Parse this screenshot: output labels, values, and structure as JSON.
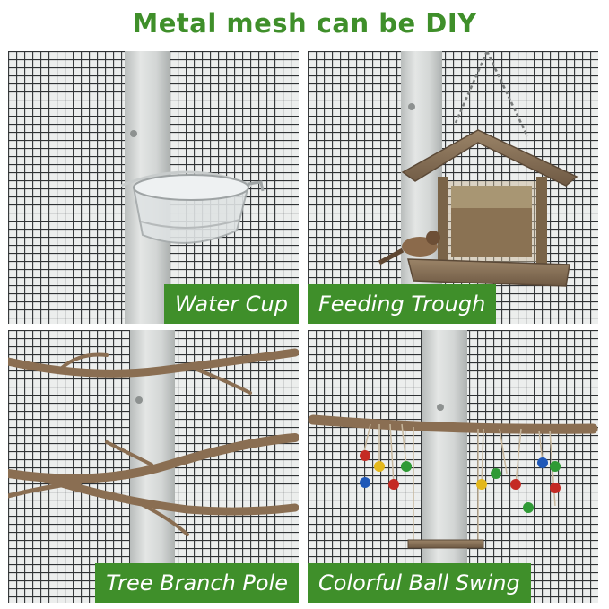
{
  "title": "Metal mesh can be DIY",
  "colors": {
    "title": "#3f8f2a",
    "caption_bg": "#3f8f2a",
    "mesh": "#2f3234",
    "post": "#cfd2d1"
  },
  "panels": [
    {
      "caption": "Water Cup",
      "icon": "water-cup-icon"
    },
    {
      "caption": "Feeding Trough",
      "icon": "bird-feeder-icon"
    },
    {
      "caption": "Tree Branch Pole",
      "icon": "tree-branch-icon"
    },
    {
      "caption": "Colorful Ball Swing",
      "icon": "ball-swing-icon"
    }
  ]
}
